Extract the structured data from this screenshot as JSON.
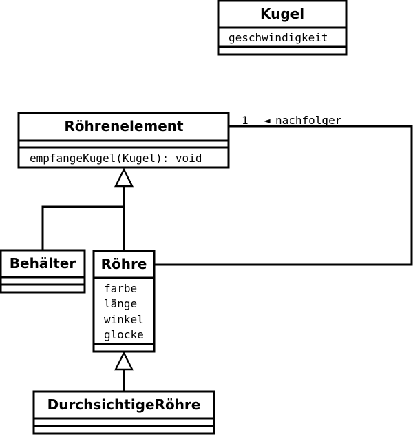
{
  "classes": {
    "kugel": {
      "name": "Kugel",
      "attributes": [
        "geschwindigkeit"
      ]
    },
    "rohrenelement": {
      "name": "Röhrenelement",
      "methods": [
        "empfangeKugel(Kugel): void"
      ]
    },
    "behaelter": {
      "name": "Behälter"
    },
    "roehre": {
      "name": "Röhre",
      "attributes": [
        "farbe",
        "länge",
        "winkel",
        "glocke"
      ]
    },
    "durchsichtige": {
      "name": "DurchsichtigeRöhre"
    }
  },
  "association": {
    "multiplicity": "1",
    "arrow": "◄",
    "role": "nachfolger"
  }
}
